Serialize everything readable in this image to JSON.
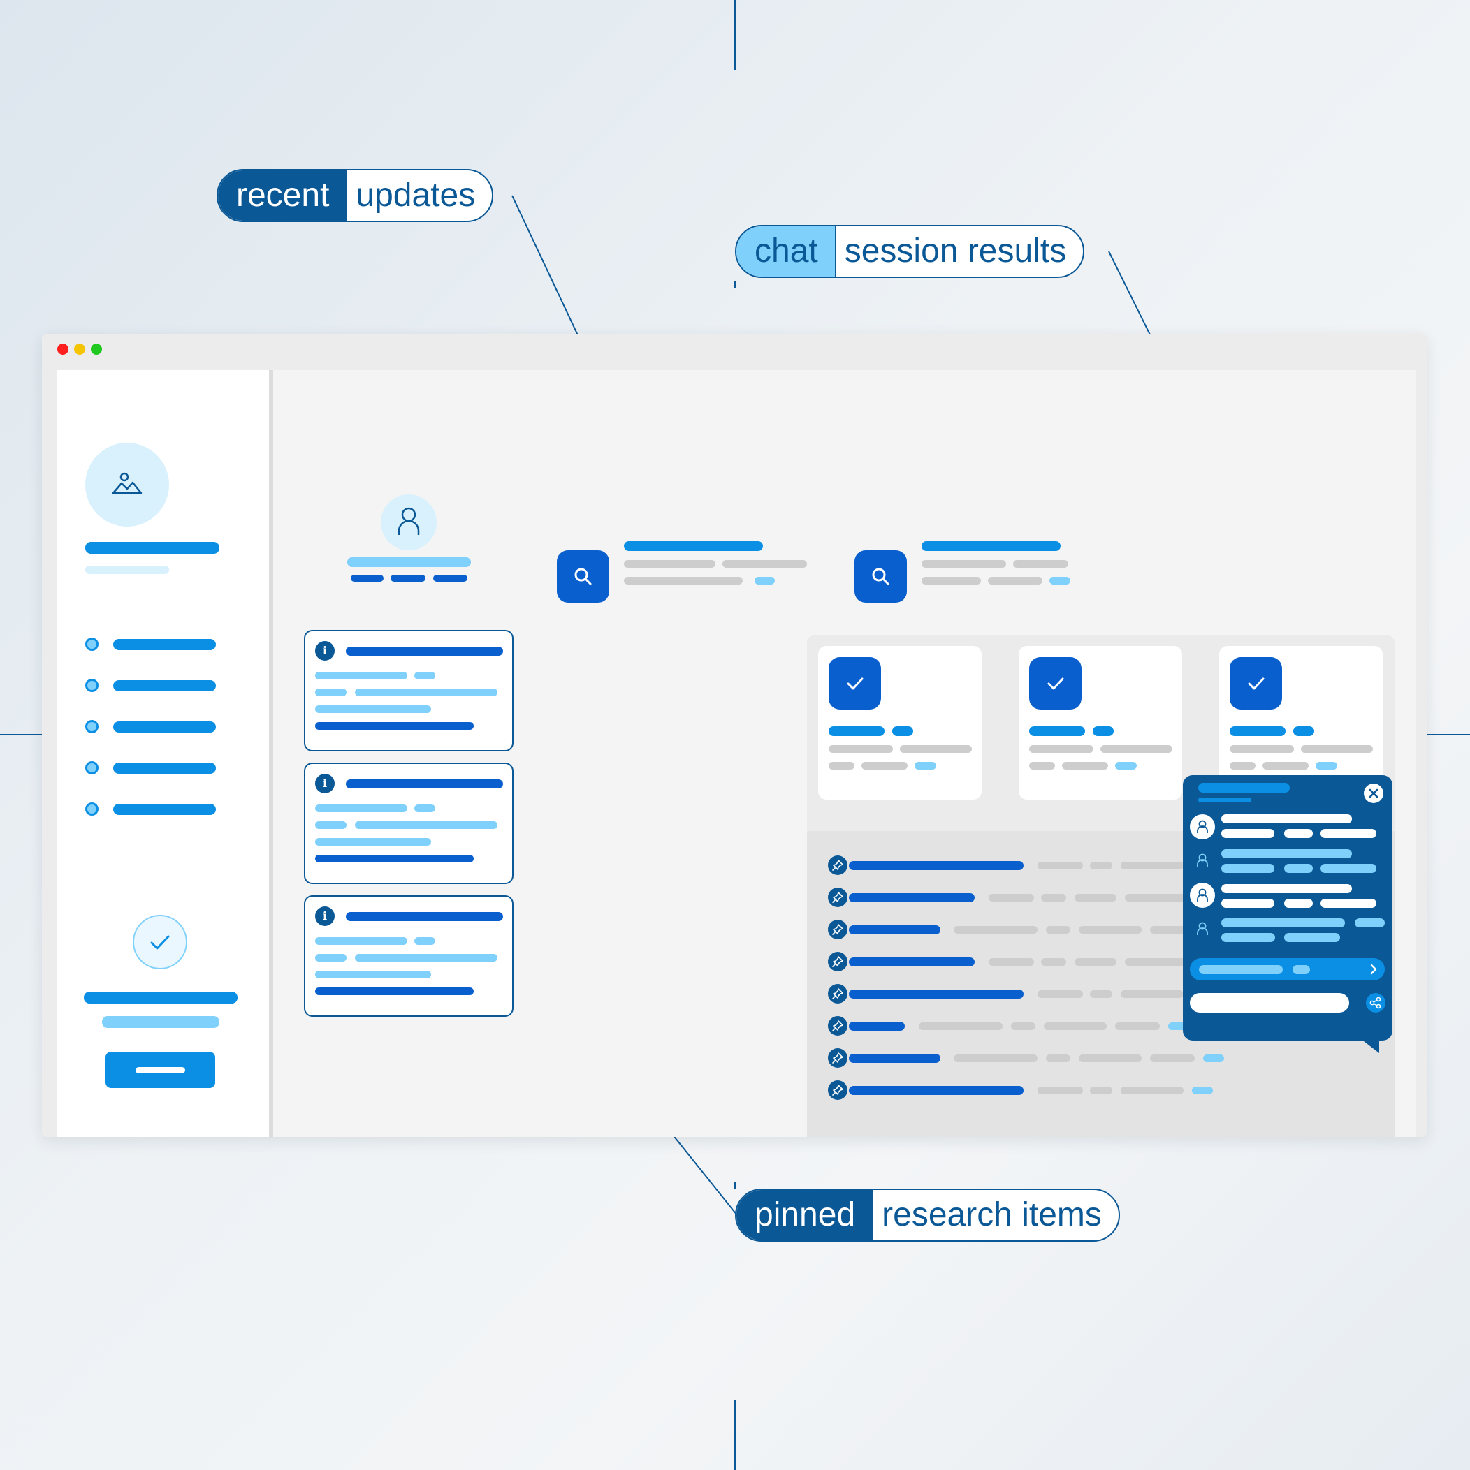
{
  "callouts": {
    "recent_updates": {
      "keyword": "recent",
      "text": "updates"
    },
    "chat_session": {
      "keyword": "chat",
      "text": "session results"
    },
    "pinned_items": {
      "keyword": "pinned",
      "text": "research items"
    }
  },
  "window": {
    "traffic_lights": [
      "#ff1f1f",
      "#f5c400",
      "#1fc91f"
    ]
  },
  "icons": {
    "sidebar_image": "image-icon",
    "profile": "user-icon",
    "search": "search-icon",
    "check": "check-icon",
    "info": "info-icon",
    "pin": "pin-icon",
    "close": "close-icon",
    "send": "chevron-right-icon",
    "share": "share-icon"
  },
  "colors": {
    "navy": "#0b5896",
    "primary": "#0b8fe4",
    "dark_primary": "#0a5fce",
    "light_primary": "#7fd0fb",
    "placeholder_grey": "#cdcdcd"
  }
}
